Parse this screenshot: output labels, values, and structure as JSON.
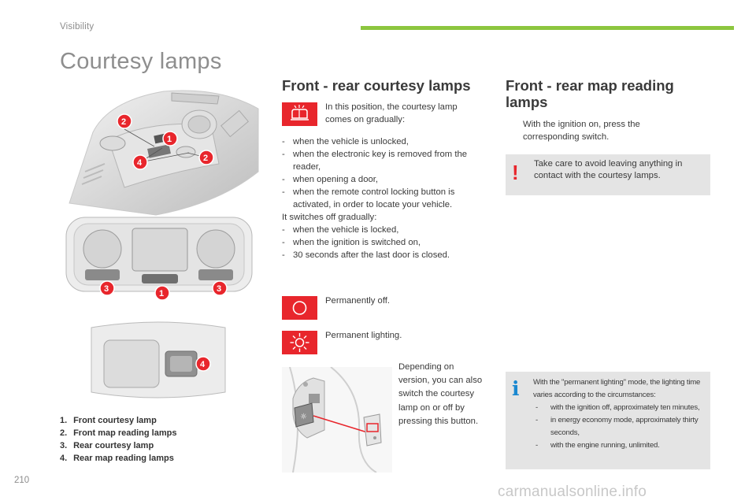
{
  "header": {
    "section": "Visibility",
    "title": "Courtesy lamps"
  },
  "callouts": [
    "1",
    "2",
    "3",
    "4"
  ],
  "legend": [
    {
      "num": "1.",
      "text": "Front courtesy lamp"
    },
    {
      "num": "2.",
      "text": "Front map reading lamps"
    },
    {
      "num": "3.",
      "text": "Rear courtesy lamp"
    },
    {
      "num": "4.",
      "text": "Rear map reading lamps"
    }
  ],
  "front_rear_courtesy": {
    "heading": "Front - rear courtesy lamps",
    "door_icon": "door-lamp-icon",
    "gradual_text": "In this position, the courtesy lamp comes on gradually:",
    "on_items": [
      "when the vehicle is unlocked,",
      "when the electronic key is removed from the reader,",
      "when opening a door,",
      "when the remote control locking button is activated, in order to locate your vehicle."
    ],
    "off_intro": "It switches off gradually:",
    "off_items": [
      "when the vehicle is locked,",
      "when the ignition is switched on,",
      "30 seconds after the last door is closed."
    ],
    "off_icon": "lamp-off-icon",
    "off_text": "Permanently off.",
    "on_icon": "lamp-on-icon",
    "on_text": "Permanent lighting.",
    "version_text": "Depending on version, you can also switch the courtesy lamp on or off by pressing this button."
  },
  "map_reading": {
    "heading": "Front - rear map reading lamps",
    "instruction_bullet": "",
    "instruction": "With the ignition on, press the corresponding switch.",
    "warning_mark": "!",
    "warning": "Take care to avoid leaving anything in contact with the courtesy lamps."
  },
  "info": {
    "mark": "i",
    "intro": "With the \"permanent lighting\" mode, the lighting time varies according to the circumstances:",
    "items": [
      "with the ignition off, approximately ten minutes,",
      "in energy economy mode, approximately thirty seconds,",
      "with the engine running, unlimited."
    ]
  },
  "footer": {
    "page_number": "210",
    "watermark": "carmanualsonline.info"
  },
  "colors": {
    "accent_red": "#e8262c",
    "accent_green": "#8cc63f",
    "info_blue": "#1a88d0",
    "box_grey": "#e4e4e4"
  }
}
